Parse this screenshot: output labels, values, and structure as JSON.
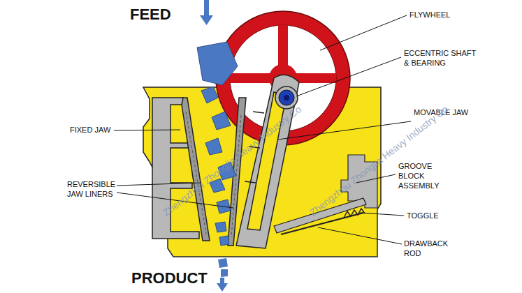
{
  "diagram": {
    "labels": [
      "FEED",
      "FLYWHEEL",
      "ECCENTRIC SHAFT & BEARING",
      "MOVABLE JAW",
      "FIXED JAW",
      "GROOVE BLOCK ASSEMBLY",
      "REVERSIBLE JAW LINERS",
      "TOGGLE",
      "DRAWBACK ROD",
      "PRODUCT",
      "Zhengzhou Zhongjia Heavy Industry Co",
      "Zhengzhou Zhongjia Heavy Industry Co"
    ]
  }
}
